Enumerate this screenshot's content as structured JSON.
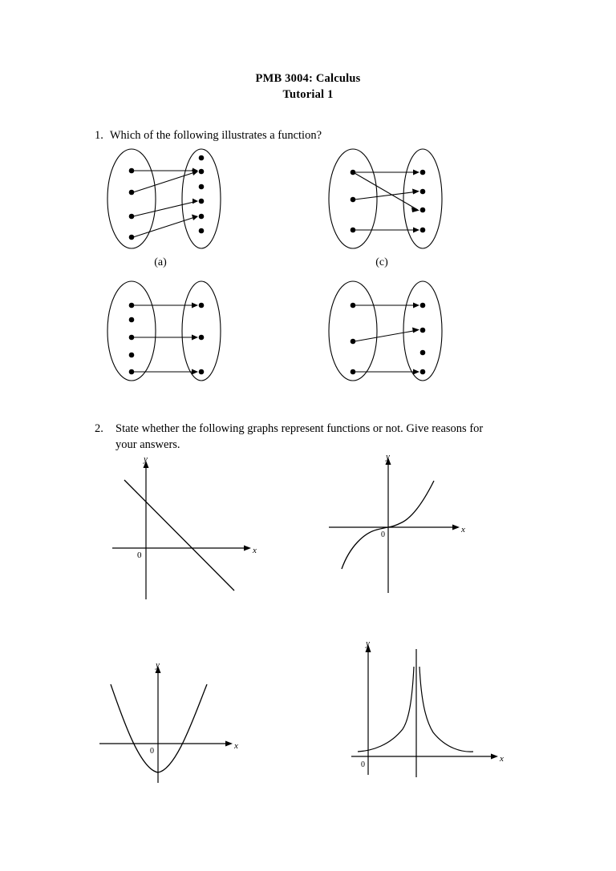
{
  "document": {
    "title_lines": [
      "PMB 3004:  Calculus",
      "Tutorial 1"
    ]
  },
  "questions": [
    {
      "number": "1.",
      "text": "Which of the following illustrates a function?"
    },
    {
      "number": "2.",
      "text": "State whether the following graphs represent functions or not. Give reasons for",
      "text_line2": "your answers."
    }
  ],
  "mapping_diagrams": [
    {
      "id": "diagram-a",
      "caption": "(a)",
      "left_dots": 4,
      "right_dots": 6,
      "arrows": [
        {
          "from": 1,
          "to": 2
        },
        {
          "from": 2,
          "to": 2
        },
        {
          "from": 3,
          "to": 4
        },
        {
          "from": 4,
          "to": 5
        }
      ]
    },
    {
      "id": "diagram-c",
      "caption": "(c)",
      "left_dots": 3,
      "right_dots": 4,
      "arrows": [
        {
          "from": 1,
          "to": 1
        },
        {
          "from": 1,
          "to": 3
        },
        {
          "from": 2,
          "to": 2
        },
        {
          "from": 3,
          "to": 4
        }
      ]
    },
    {
      "id": "diagram-bottom-left",
      "caption": "",
      "left_dots": 5,
      "right_dots": 3,
      "arrows": [
        {
          "from": 1,
          "to": 1
        },
        {
          "from": 3,
          "to": 2
        },
        {
          "from": 5,
          "to": 3
        }
      ]
    },
    {
      "id": "diagram-bottom-right",
      "caption": "",
      "left_dots": 3,
      "right_dots": 4,
      "arrows": [
        {
          "from": 1,
          "to": 1
        },
        {
          "from": 2,
          "to": 2
        },
        {
          "from": 3,
          "to": 4
        }
      ]
    }
  ],
  "graphs": [
    {
      "id": "graph-line",
      "curve": "decreasing straight line",
      "x_axis_label": "x",
      "y_axis_label": "y",
      "origin_label": "0"
    },
    {
      "id": "graph-cubic",
      "curve": "cubic through origin",
      "x_axis_label": "x",
      "y_axis_label": "y",
      "origin_label": "0"
    },
    {
      "id": "graph-parabola",
      "curve": "upward parabola with vertex below x-axis",
      "x_axis_label": "x",
      "y_axis_label": "y",
      "origin_label": "0"
    },
    {
      "id": "graph-asymptote",
      "curve": "two branches rising to a vertical asymptote",
      "x_axis_label": "x",
      "y_axis_label": "y",
      "origin_label": "0"
    }
  ],
  "colors": {
    "ink": "#000000",
    "page": "#ffffff"
  }
}
